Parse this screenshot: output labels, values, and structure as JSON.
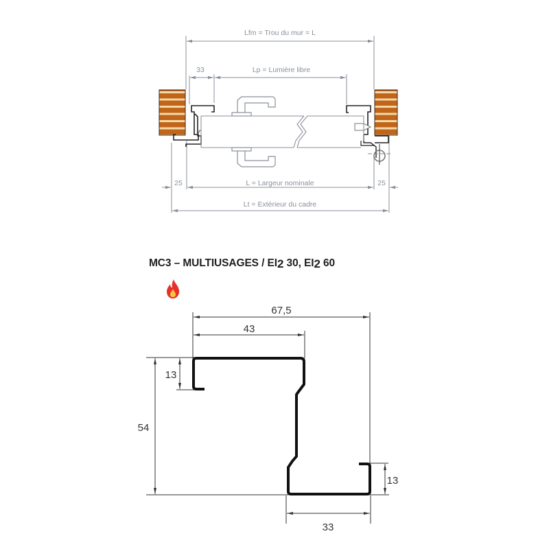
{
  "top_diagram": {
    "dimensions": {
      "lfm": "Lfm = Trou du mur = L",
      "frame_33": "33",
      "lp": "Lp = Lumière libre",
      "left_25": "25",
      "right_25": "25",
      "l_nominal": "L = Largeur nominale",
      "lt": "Lt = Extérieur du cadre"
    },
    "colors": {
      "wood": "#c0651a",
      "wood_stripe": "#f6d9a8",
      "dimension_line": "#8a8f99",
      "frame": "#222222",
      "door_outline": "#8a8f99"
    }
  },
  "title": {
    "prefix": "MC3 – MULTIUSAGES / EI",
    "sub1": "2",
    "mid": " 30, EI",
    "sub2": "2",
    "suffix": " 60"
  },
  "fire_icon": {
    "name": "fire-icon",
    "color_outer": "#e8302a",
    "color_inner": "#f5c542"
  },
  "profile_diagram": {
    "dimensions": {
      "overall_width": "67,5",
      "top_flange": "43",
      "top_lip": "13",
      "height": "54",
      "bottom_lip": "13",
      "bottom_flange": "33"
    },
    "colors": {
      "profile": "#111111",
      "dimension_line": "#333333"
    }
  }
}
